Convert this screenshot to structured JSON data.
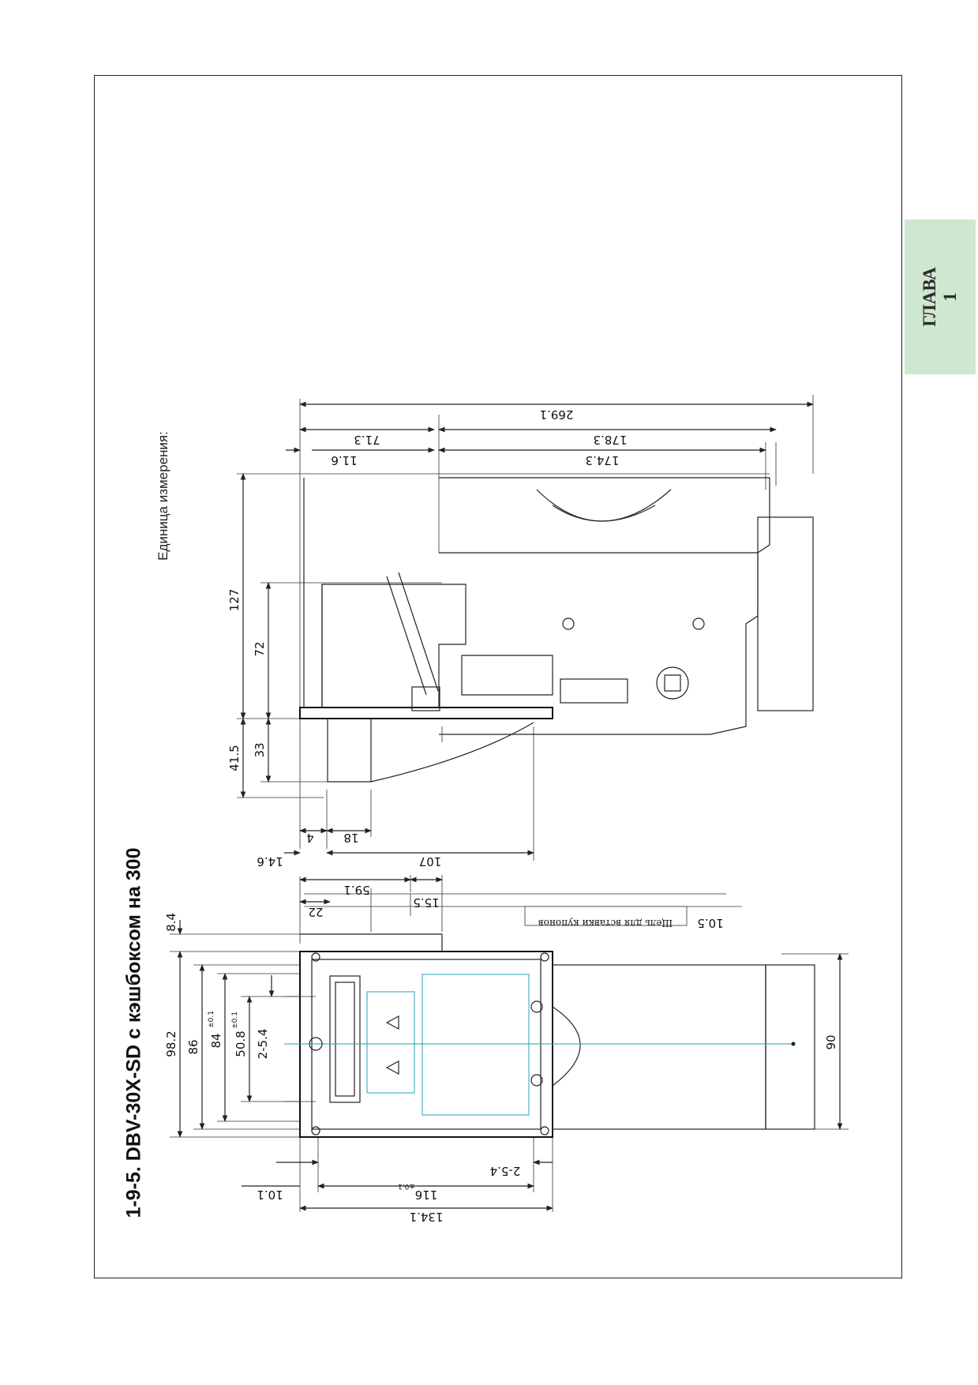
{
  "page": {
    "title": "1-9-5. DBV-30X-SD с кэшбоксом на 300",
    "unit_note": "Единица измерения:",
    "chapter_label": "ГЛАВА",
    "chapter_number": "1"
  },
  "side_view": {
    "dims": {
      "total_length": "269.1",
      "cashbox_178": "178.3",
      "cashbox_174": "174.3",
      "head_71": "71.3",
      "head_11": "11.6",
      "height_127": "127",
      "height_72": "72",
      "bezel_41": "41.5",
      "bezel_33": "33",
      "offset_4": "4",
      "offset_18": "18",
      "offset_14": "14.6",
      "width_107": "107"
    }
  },
  "front_view": {
    "dims": {
      "d_8_4": "8.4",
      "d_98_2": "98.2",
      "d_86": "86",
      "d_84": "84",
      "d_84_tol": "±0.1",
      "d_50_8": "50.8",
      "d_50_8_tol": "±0.1",
      "d_2_5_4": "2-5.4",
      "d_90": "90",
      "d_22": "22",
      "d_59_1": "59.1",
      "d_15_5": "15.5",
      "d_10_5": "10.5",
      "coupon_slot": "Щель для вставки купонов",
      "d_10_1": "10.1",
      "d_116": "116",
      "d_116_tol": "±0.1",
      "d_134_1": "134.1",
      "d_2_5_4_b": "2-5.4"
    }
  }
}
